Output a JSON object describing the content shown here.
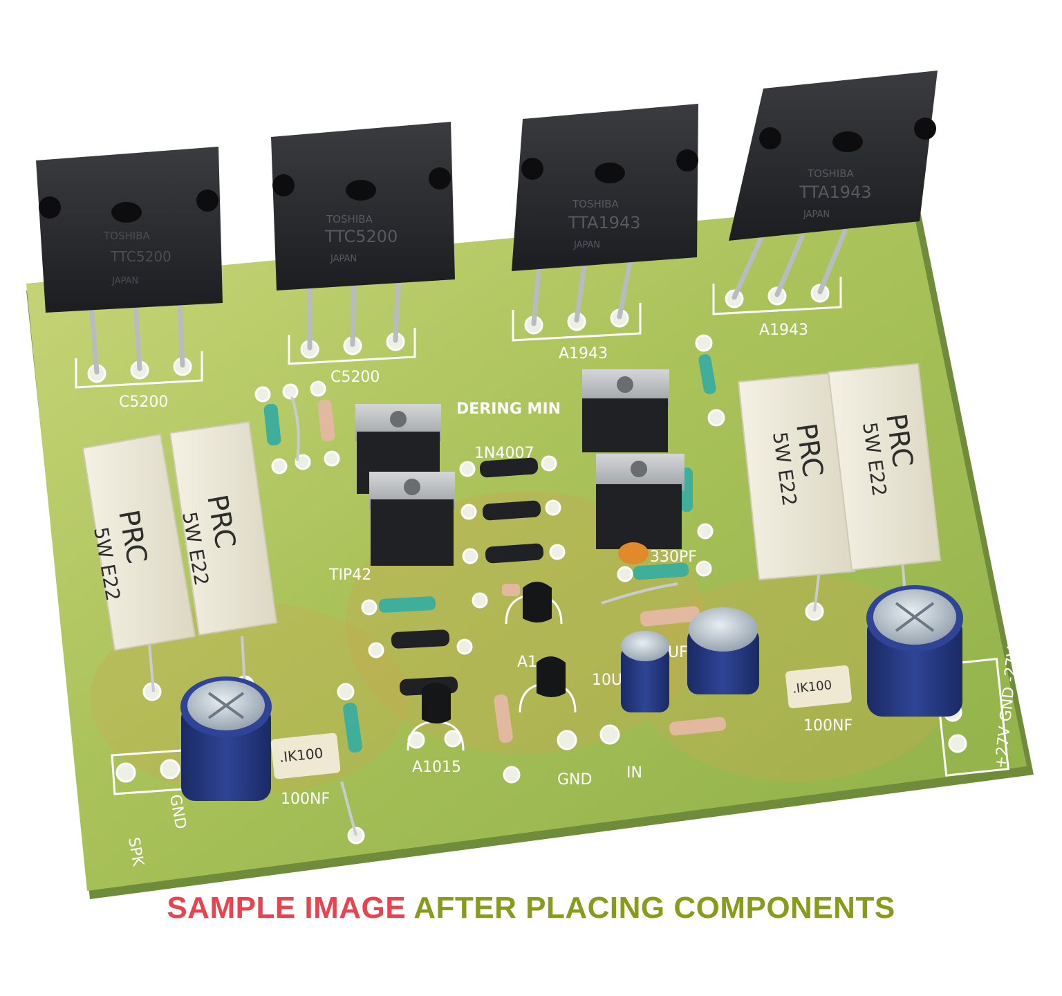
{
  "caption": {
    "part1": "SAMPLE IMAGE",
    "part2": "AFTER PLACING COMPONENTS",
    "color1": "#e8434f",
    "color2": "#8a9a1c"
  },
  "board": {
    "silkscreen": {
      "c5200_left": "C5200",
      "c5200_mid": "C5200",
      "a1943_mid": "A1943",
      "a1943_right": "A1943",
      "brand": "DERING MIN",
      "diode": "1N4007",
      "tip": "TIP42",
      "cap330": "330PF",
      "a1015_bottom": "A1015",
      "a1015_mid": "A1",
      "cap10u": "10UF",
      "uf": "UF",
      "gnd": "GND",
      "in": "IN",
      "nf_left": "100NF",
      "nf_right": "100NF",
      "spk": "SPK",
      "gnd_spk": "GND",
      "power": "+27V GND -27V"
    },
    "transistors": [
      {
        "brand": "TOSHIBA",
        "model": "TTC5200",
        "line3": "JAPAN"
      },
      {
        "brand": "TOSHIBA",
        "model": "TTC5200",
        "line3": "JAPAN"
      },
      {
        "brand": "TOSHIBA",
        "model": "TTA1943",
        "line3": "JAPAN"
      },
      {
        "brand": "TOSHIBA",
        "model": "TTA1943",
        "line3": "JAPAN"
      }
    ],
    "resistors": [
      {
        "l1": "PRC",
        "l2": "5W E22"
      },
      {
        "l1": "PRC",
        "l2": "5W E22"
      },
      {
        "l1": "PRC",
        "l2": "5W E22"
      },
      {
        "l1": "PRC",
        "l2": "5W E22"
      }
    ],
    "film_caps": [
      ".IK100",
      ".IK100"
    ]
  }
}
